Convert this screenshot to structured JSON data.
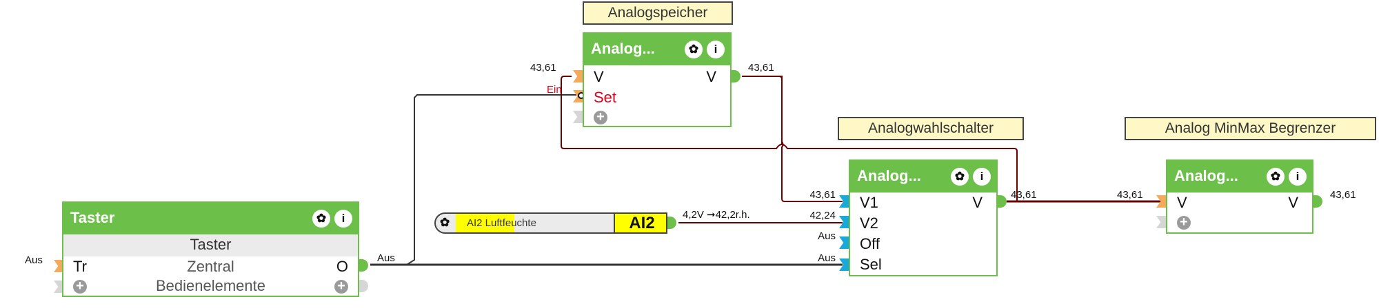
{
  "colors": {
    "block_green": "#6cc04a",
    "wire_value": "#6b0000",
    "wire_bool": "#333333",
    "pin_analog": "#f5a95a",
    "pin_select": "#1aa8d8",
    "label_bg": "#fdf8c6",
    "ai_yellow": "#ffff00"
  },
  "taster": {
    "title": "Taster",
    "subtitle": "Taster",
    "input_label": "Tr",
    "center_label": "Zentral",
    "output_label": "O",
    "extra_label": "Bedienelemente",
    "input_value": "Aus",
    "output_value": "Aus",
    "icons": [
      "gear-icon",
      "info-icon"
    ]
  },
  "speicher": {
    "caption": "Analogspeicher",
    "title": "Analog...",
    "in_v": "V",
    "in_set": "Set",
    "out_v": "V",
    "in_v_value": "43,61",
    "in_set_value": "Ein",
    "out_value": "43,61"
  },
  "wahl": {
    "caption": "Analogwahlschalter",
    "title": "Analog...",
    "inputs": [
      "V1",
      "V2",
      "Off",
      "Sel"
    ],
    "input_values": [
      "43,61",
      "42,24",
      "Aus",
      "Aus"
    ],
    "out_v": "V",
    "out_value": "43,61"
  },
  "minmax": {
    "caption": "Analog MinMax Begrenzer",
    "title": "Analog...",
    "in_v": "V",
    "out_v": "V",
    "in_value": "43,61",
    "out_value": "43,61"
  },
  "ai2": {
    "name": "AI2 Luftfeuchte",
    "tag": "AI2",
    "level_percent": 37,
    "reading": "4,2V ➞42,2r.h."
  },
  "icons": {
    "gear": "✿",
    "info": "i",
    "plus": "+"
  }
}
